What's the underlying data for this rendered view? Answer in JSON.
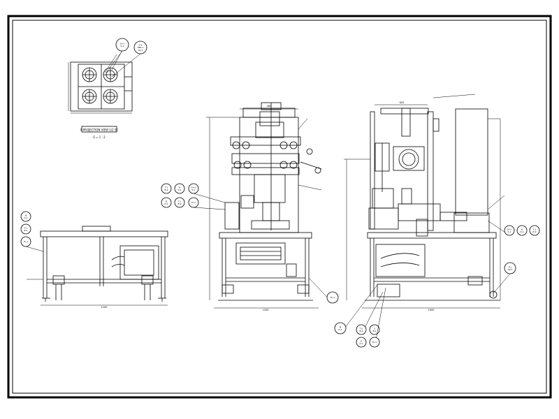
{
  "drawing": {
    "stroke_color": "#000000",
    "background": "#ffffff"
  },
  "views": {
    "top_view": {
      "caption": "A-PROJECTION VIEW 1/2 SC",
      "subcaption": "S = 1 : 2"
    },
    "side_view": {
      "dim_label": "1200"
    },
    "front_view": {
      "dim_top": "480",
      "dim_bottom": "1200"
    },
    "right_view": {
      "dim_top": "620",
      "dim_bottom": "1000"
    }
  },
  "balloons": {
    "tv1": [
      "SA-1",
      "S-1"
    ],
    "tv2": [
      "S-5",
      "SPR-1",
      "SS-2"
    ],
    "sv1": [
      "B",
      "D-1"
    ],
    "sv2": [
      "T-1",
      "B-2"
    ],
    "sv3": [
      "FL-1"
    ],
    "fv1": [
      "T-1",
      "B-2"
    ],
    "fv2": [
      "B",
      "D-1"
    ],
    "fv3": [
      "SA-1",
      "S-1"
    ],
    "fv4": [
      "B",
      "D-1"
    ],
    "fv5": [
      "T-1",
      "B-2"
    ],
    "fv6": [
      "FL-1"
    ],
    "fv7": [
      "FL-1"
    ],
    "rv1": [
      "SA-1",
      "S-1"
    ],
    "rv2": [
      "B",
      "D-1"
    ],
    "rv3": [
      "T-1",
      "B-2"
    ],
    "rv4": [
      "P-1",
      "SP-1"
    ],
    "rv5": [
      "B",
      "D-1"
    ],
    "rv6": [
      "T-1",
      "B-2"
    ],
    "rv7": [
      "S",
      "B-1"
    ],
    "rv8": [
      "D",
      "S-1"
    ],
    "rv9": [
      "FL-1"
    ]
  }
}
